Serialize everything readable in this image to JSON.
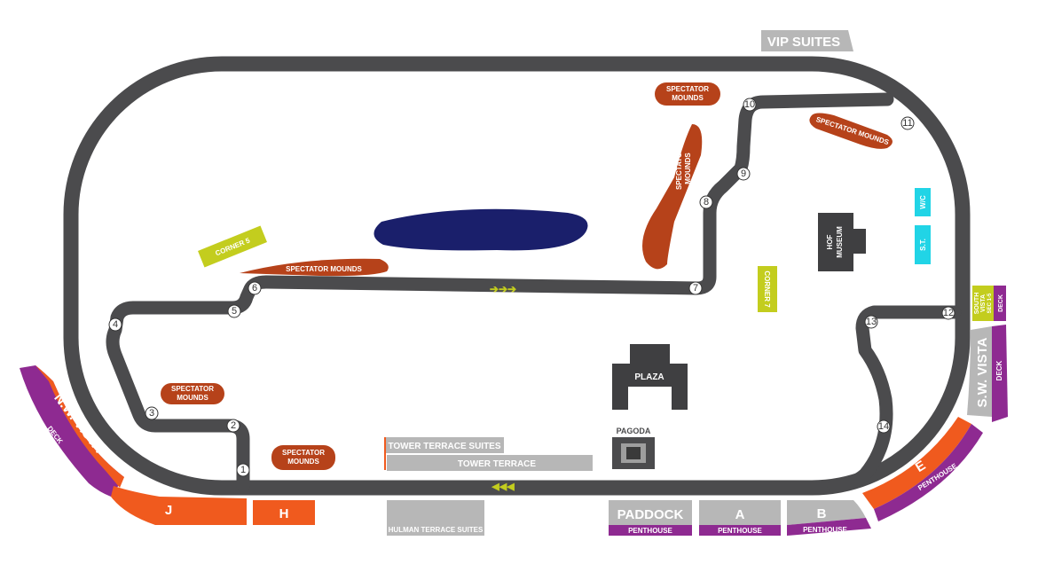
{
  "colors": {
    "track": "#4b4b4d",
    "orange": "#f05a1e",
    "purple": "#8e2a91",
    "gray": "#b7b7b7",
    "mound": "#b6421a",
    "yellow": "#c3cd1e",
    "cyan": "#21d4e6",
    "lake": "#1a1f6b",
    "building": "#3f3f41"
  },
  "turns": {
    "t1": "1",
    "t2": "2",
    "t3": "3",
    "t4": "4",
    "t5": "5",
    "t6": "6",
    "t7": "7",
    "t8": "8",
    "t9": "9",
    "t10": "10",
    "t11": "11",
    "t12": "12",
    "t13": "13",
    "t14": "14"
  },
  "stands": {
    "vip_suites": "VIP SUITES",
    "nw_vista": "N.W. VISTA",
    "nw_deck": "DECK",
    "j": "J",
    "h": "H",
    "hulman_terrace_suites": "HULMAN TERRACE SUITES",
    "paddock": "PADDOCK",
    "paddock_penthouse": "PENTHOUSE",
    "a": "A",
    "a_penthouse": "PENTHOUSE",
    "b": "B",
    "b_penthouse": "PENTHOUSE",
    "e": "E",
    "e_penthouse": "PENTHOUSE",
    "sw_vista": "S.W. VISTA",
    "sw_deck": "DECK",
    "south_vista_1": "SOUTH",
    "south_vista_2": "VISTA",
    "south_vista_3": "SEC 1-5",
    "south_deck": "DECK",
    "tower_terrace_suites": "TOWER TERRACE SUITES",
    "tower_terrace": "TOWER TERRACE"
  },
  "mounds": {
    "top_1": "SPECTATOR",
    "top_2": "MOUNDS",
    "vertical_1": "SPECTATOR",
    "vertical_2": "MOUNDS",
    "right": "SPECTATOR MOUNDS",
    "left": "SPECTATOR MOUNDS",
    "mid_1": "SPECTATOR",
    "mid_2": "MOUNDS",
    "bottom_1": "SPECTATOR",
    "bottom_2": "MOUNDS"
  },
  "corners": {
    "corner5": "CORNER 5",
    "corner7": "CORNER 7"
  },
  "buildings": {
    "hof_1": "HOF",
    "hof_2": "MUSEUM",
    "plaza": "PLAZA",
    "pagoda": "PAGODA",
    "wc": "W/C",
    "st": "S.T."
  },
  "arrows": {
    "forward": "➔➔➔",
    "back": "◀◀◀"
  }
}
